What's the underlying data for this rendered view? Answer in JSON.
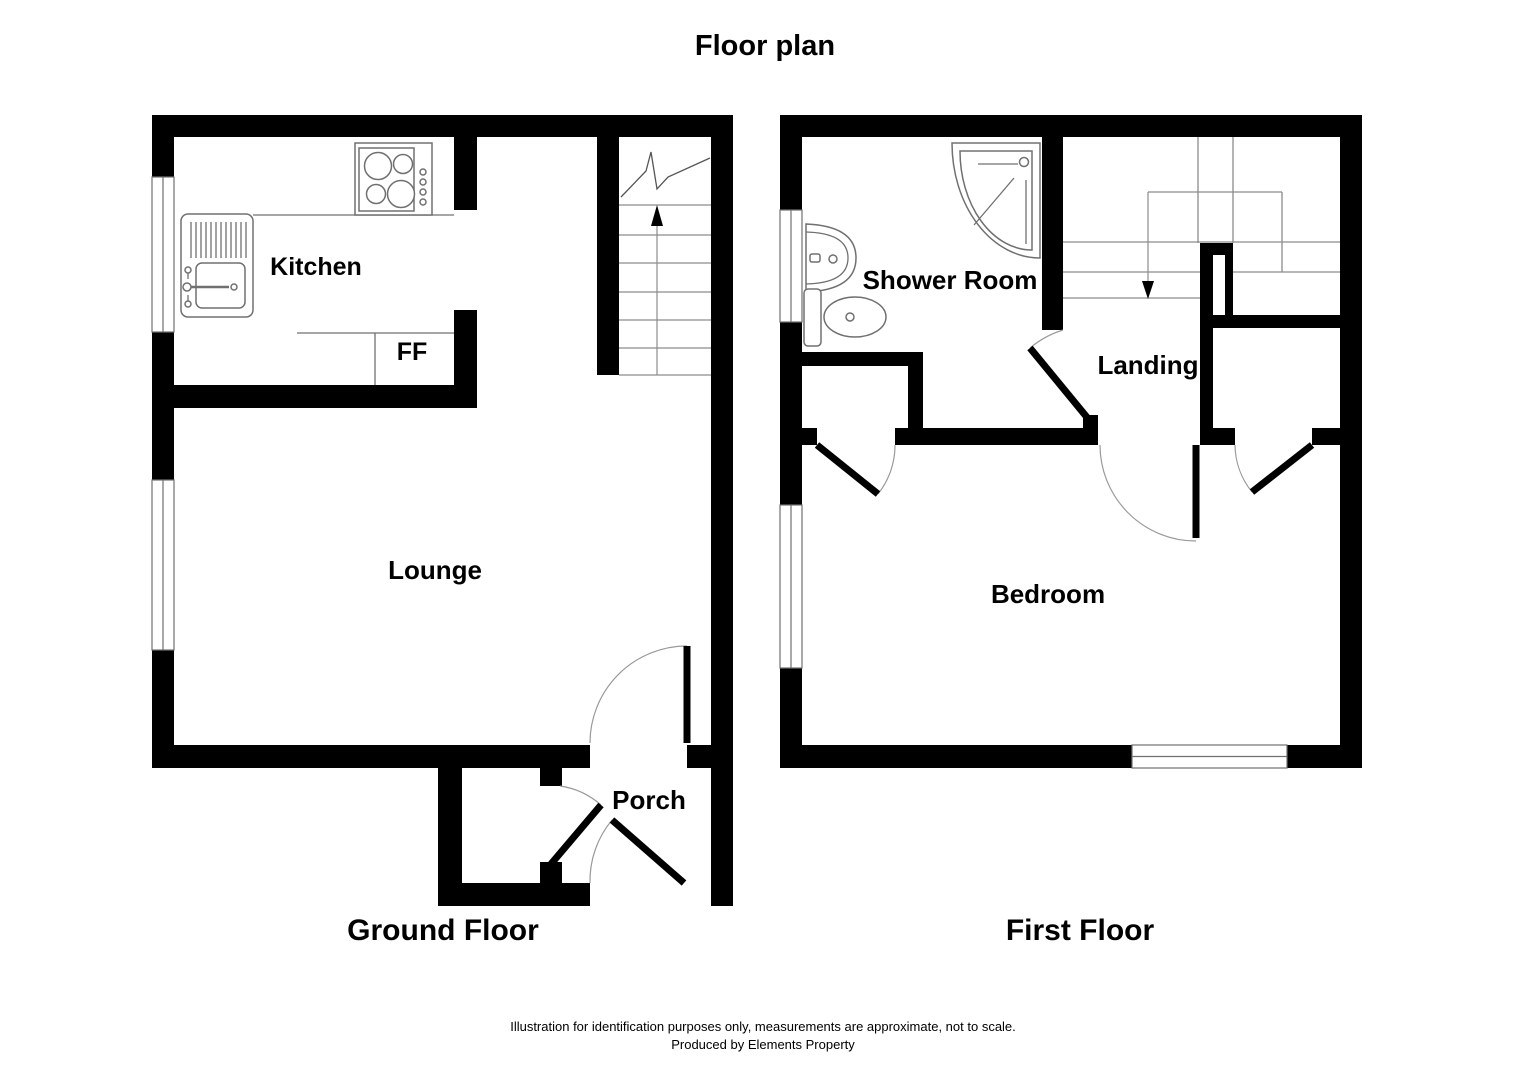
{
  "title": "Floor plan",
  "ground_floor": {
    "label": "Ground Floor",
    "rooms": {
      "kitchen": "Kitchen",
      "ff": "FF",
      "lounge": "Lounge",
      "porch": "Porch"
    }
  },
  "first_floor": {
    "label": "First Floor",
    "rooms": {
      "shower_room": "Shower Room",
      "landing": "Landing",
      "bedroom": "Bedroom"
    }
  },
  "footer": {
    "line1": "Illustration for identification purposes only, measurements are approximate, not to scale.",
    "line2": "Produced by Elements Property"
  },
  "colors": {
    "wall": "#000000",
    "background": "#ffffff",
    "fixture_stroke": "#707070",
    "stair_line": "#8c8c8c",
    "door_arc": "#9a9a9a",
    "text": "#000000"
  }
}
